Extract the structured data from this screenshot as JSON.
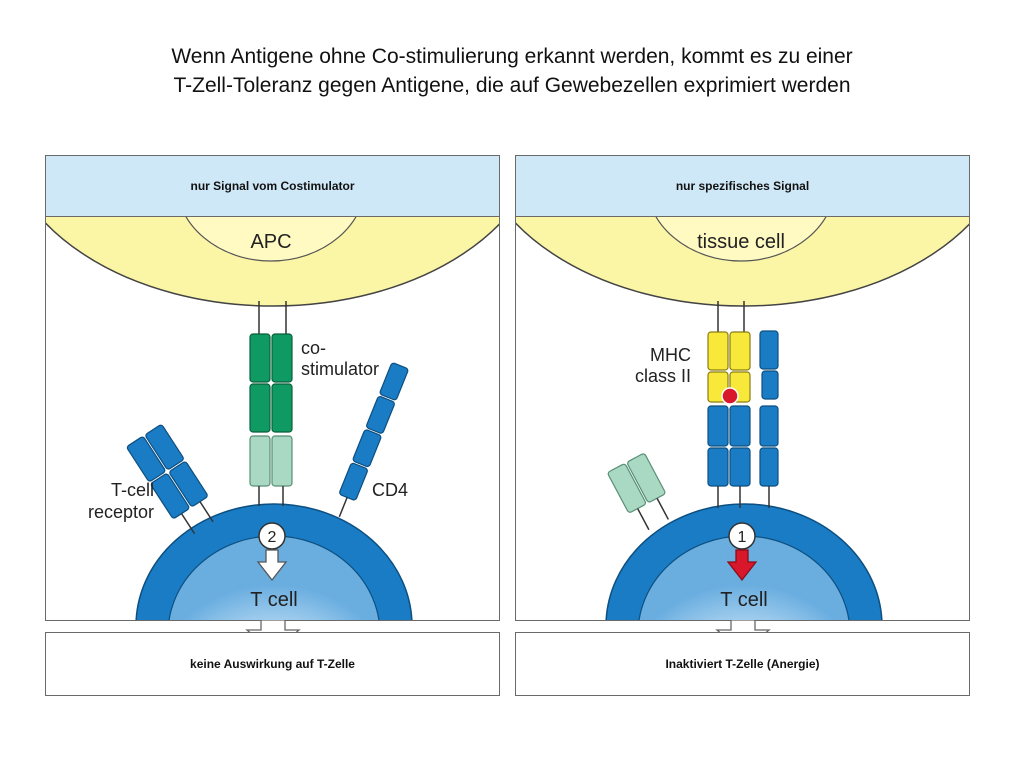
{
  "title": {
    "line1": "Wenn Antigene ohne Co-stimulierung erkannt werden, kommt es zu einer",
    "line2": "T-Zell-Toleranz gegen Antigene, die auf Gewebezellen exprimiert werden"
  },
  "left_panel": {
    "header": "nur Signal vom Costimulator",
    "cell_top": "APC",
    "label_costim_1": "co-",
    "label_costim_2": "stimulator",
    "label_tcr_1": "T-cell",
    "label_tcr_2": "receptor",
    "label_cd4": "CD4",
    "signal_number": "2",
    "cell_bottom": "T cell",
    "result": "keine Auswirkung auf T-Zelle"
  },
  "right_panel": {
    "header": "nur spezifisches Signal",
    "cell_top": "tissue cell",
    "label_mhc_1": "MHC",
    "label_mhc_2": "class II",
    "signal_number": "1",
    "cell_bottom": "T cell",
    "result": "Inaktiviert T-Zelle (Anergie)"
  },
  "colors": {
    "header_bg": "#cfe8f7",
    "cell_yellow": "#fbf6a6",
    "cell_yellow_inner": "#fff9c2",
    "membrane_blue": "#1a7cc4",
    "cell_inner_blue": "#8ec3ea",
    "receptor_blue": "#1a7cc4",
    "costim_green": "#0f9a63",
    "costim_light": "#a9d9c3",
    "mhc_yellow": "#f7e83a",
    "peptide_red": "#d8172a"
  }
}
